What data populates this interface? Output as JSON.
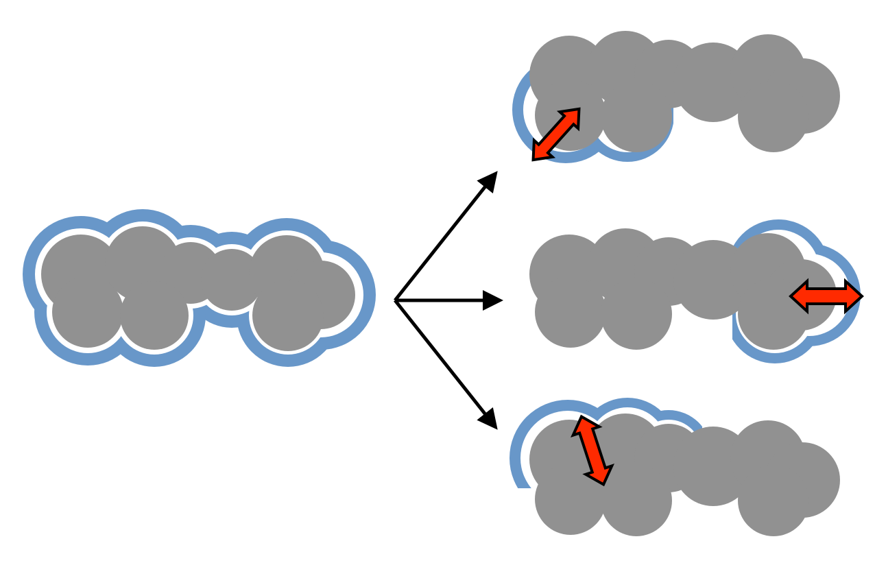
{
  "colors": {
    "background": "#ffffff",
    "cluster_fill": "#919191",
    "contour": "#6897c9",
    "contour_gap": "#ffffff",
    "connector": "#000000",
    "motion_arrow_fill": "#ff2a00",
    "motion_arrow_stroke": "#000000"
  },
  "panels": [
    {
      "name": "source-cluster",
      "contour": "full"
    },
    {
      "name": "result-top",
      "contour": "partial-left",
      "motion": "diagonal"
    },
    {
      "name": "result-middle",
      "contour": "partial-right",
      "motion": "horizontal"
    },
    {
      "name": "result-bottom",
      "contour": "partial-left",
      "motion": "tilted-vertical"
    }
  ],
  "connectors": [
    {
      "name": "arrow-to-top"
    },
    {
      "name": "arrow-to-middle"
    },
    {
      "name": "arrow-to-bottom"
    }
  ]
}
